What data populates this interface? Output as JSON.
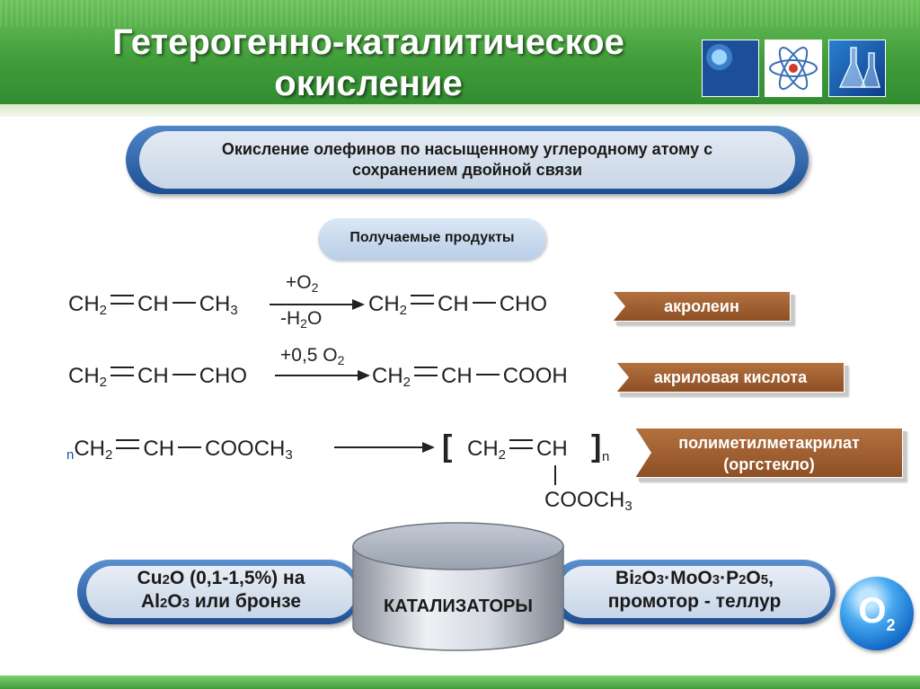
{
  "header": {
    "title_line1": "Гетерогенно-каталитическое",
    "title_line2": "окисление",
    "thumbnails": [
      "bubbles-image",
      "atom-icon",
      "flasks-image"
    ],
    "colors": {
      "header_green": "#3f9c39",
      "pill_blue": "#1d4f93",
      "label_brown": "#8e4f24"
    }
  },
  "subtitle": {
    "line1": "Окисление олефинов по насыщенному углеродному атому с",
    "line2": "сохранением двойной связи"
  },
  "products_heading": "Получаемые продукты",
  "reactions": [
    {
      "reactant": [
        "CH",
        "2",
        "CH",
        "CH",
        "3"
      ],
      "reagent_top": [
        "+O",
        "2"
      ],
      "reagent_bottom": [
        "-H",
        "2",
        "O"
      ],
      "product": [
        "CH",
        "2",
        "CH",
        "CHO"
      ],
      "label": "акролеин"
    },
    {
      "reactant": [
        "CH",
        "2",
        "CH",
        "CHO"
      ],
      "reagent_top": [
        "+0,5 O",
        "2"
      ],
      "product": [
        "CH",
        "2",
        "CH",
        "COOH"
      ],
      "label": "акриловая кислота"
    },
    {
      "prefix": "n",
      "reactant": [
        "CH",
        "2",
        "CH",
        "COOCH",
        "3"
      ],
      "product": [
        "CH",
        "2",
        "CH",
        "n"
      ],
      "product_branch": [
        "COOCH",
        "3"
      ],
      "label_line1": "полиметилметакрилат",
      "label_line2": "(оргстекло)"
    }
  ],
  "catalysts": {
    "title": "КАТАЛИЗАТОРЫ",
    "left": {
      "p1": "Cu",
      "s1": "2",
      "p2": "O (0,1-1,5%) на",
      "p3": "Al",
      "s2": "2",
      "p4": "O",
      "s3": "3",
      "p5": " или бронзе"
    },
    "right": {
      "p1": "Bi",
      "s1": "2",
      "p2": "O",
      "s2": "3",
      "p3": "·MoO",
      "s3": "3",
      "p4": "·P",
      "s4": "2",
      "p5": "O",
      "s5": "5",
      "p6": ",",
      "p7": "промотор - теллур"
    }
  },
  "badge": {
    "main": "O",
    "sub": "2"
  }
}
